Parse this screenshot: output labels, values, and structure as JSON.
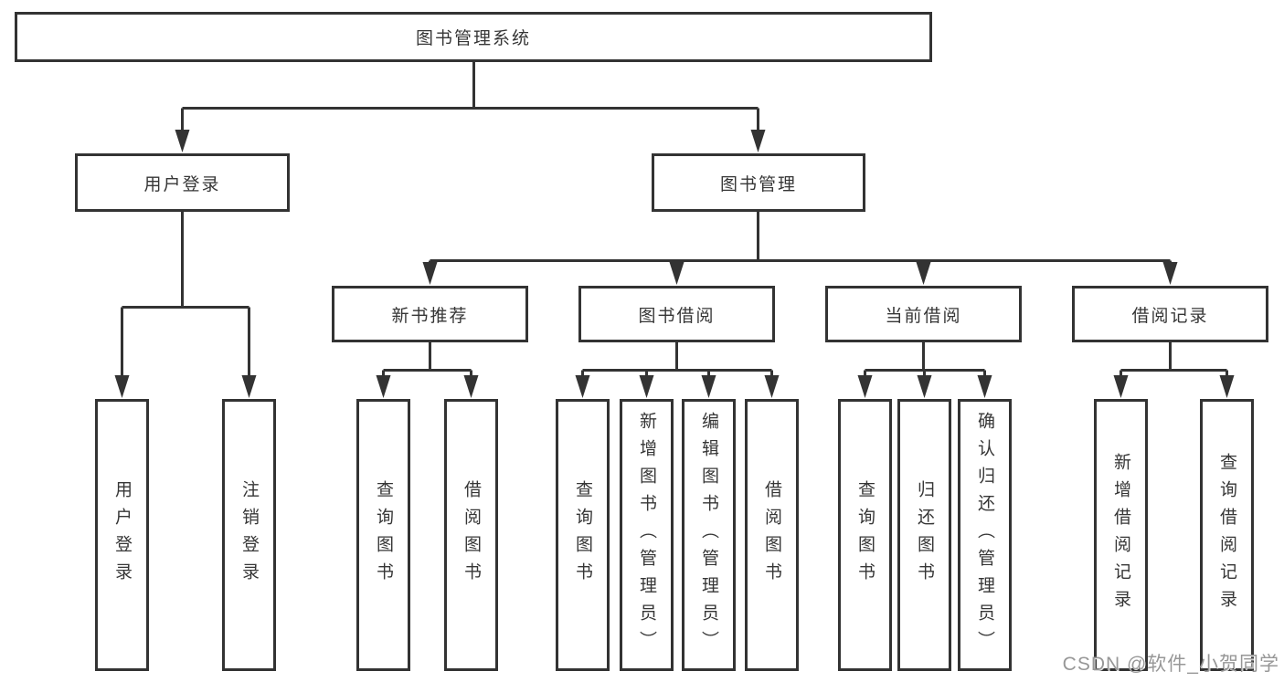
{
  "colors": {
    "background": "#ffffff",
    "line": "#333333",
    "node_border": "#333333",
    "node_text": "#363636",
    "watermark_text": "#979797"
  },
  "watermark": {
    "text": "CSDN @软件_小贺同学"
  },
  "tree": {
    "root": {
      "label": "图书管理系统",
      "children": [
        {
          "label": "用户登录",
          "children": [
            {
              "label": "用户登录"
            },
            {
              "label": "注销登录"
            }
          ]
        },
        {
          "label": "图书管理",
          "children": [
            {
              "label": "新书推荐",
              "children": [
                {
                  "label": "查询图书"
                },
                {
                  "label": "借阅图书"
                }
              ]
            },
            {
              "label": "图书借阅",
              "children": [
                {
                  "label": "查询图书"
                },
                {
                  "label": "新增图书（管理员）"
                },
                {
                  "label": "编辑图书（管理员）"
                },
                {
                  "label": "借阅图书"
                }
              ]
            },
            {
              "label": "当前借阅",
              "children": [
                {
                  "label": "查询图书"
                },
                {
                  "label": "归还图书"
                },
                {
                  "label": "确认归还（管理员）"
                }
              ]
            },
            {
              "label": "借阅记录",
              "children": [
                {
                  "label": "新增借阅记录"
                },
                {
                  "label": "查询借阅记录"
                }
              ]
            }
          ]
        }
      ]
    }
  }
}
